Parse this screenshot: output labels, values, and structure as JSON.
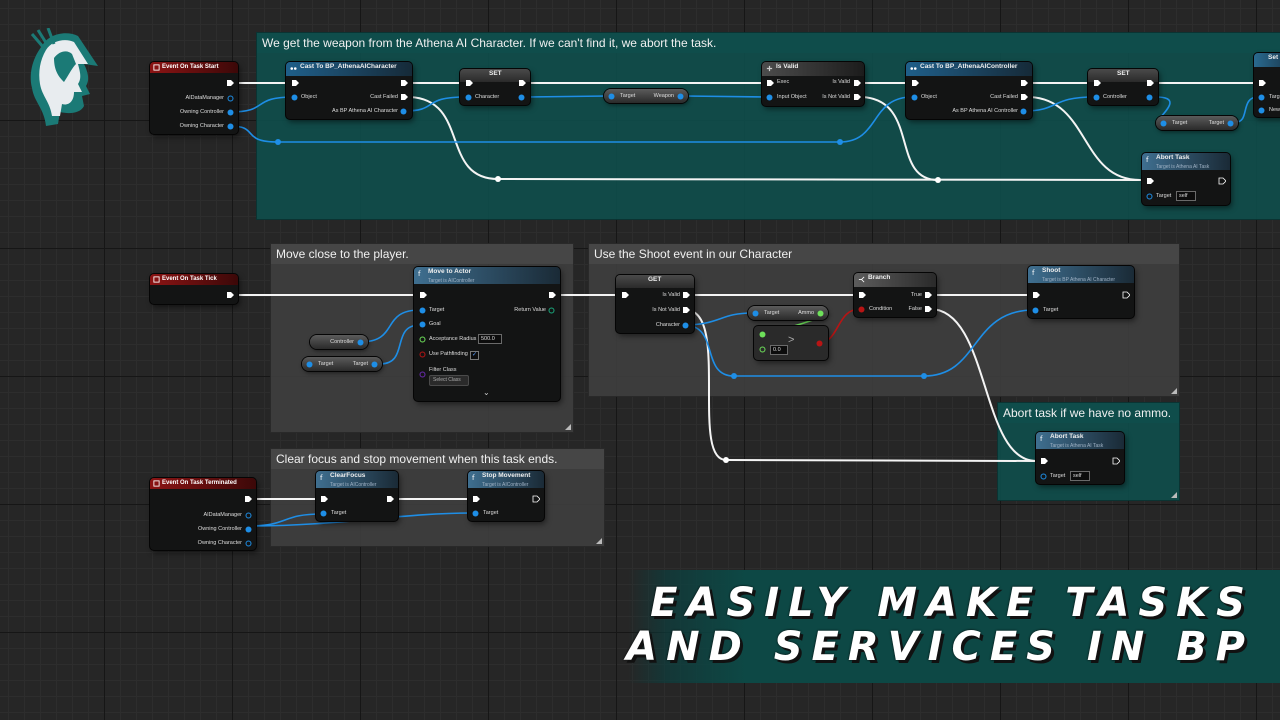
{
  "comments": {
    "weapon": "We get the weapon from the Athena AI Character. If we can't find it, we abort the task.",
    "move": "Move close to the player.",
    "shoot": "Use the Shoot event in our Character",
    "abort_ammo": "Abort task if we have no ammo.",
    "clear": "Clear focus and stop movement when this task ends."
  },
  "events": {
    "task_start": "Event On Task Start",
    "task_tick": "Event On Task Tick",
    "task_terminated": "Event On Task Terminated",
    "outputs": [
      "AIDataManager",
      "Owning Controller",
      "Owning Character"
    ]
  },
  "nodes": {
    "cast_character": {
      "title": "Cast To BP_AthenaAICharacter",
      "object": "Object",
      "cast_failed": "Cast Failed",
      "as": "As BP Athena AI Character"
    },
    "set1": {
      "title": "SET",
      "pin": "Character"
    },
    "get_weapon": {
      "target": "Target",
      "weapon": "Weapon"
    },
    "is_valid": {
      "title": "Is Valid",
      "exec": "Exec",
      "input": "Input Object",
      "valid": "Is Valid",
      "not_valid": "Is Not Valid"
    },
    "cast_controller": {
      "title": "Cast To BP_AthenaAIController",
      "object": "Object",
      "cast_failed": "Cast Failed",
      "as": "As BP Athena AI Controller"
    },
    "set2": {
      "title": "SET",
      "pin": "Controller"
    },
    "get_target": {
      "target": "Target",
      "out": "Target"
    },
    "abort1": {
      "title": "Abort Task",
      "sub": "Target is Athena AI Task",
      "target": "Target",
      "value": "self"
    },
    "move_to": {
      "title": "Move to Actor",
      "sub": "Target is AIController",
      "target": "Target",
      "goal": "Goal",
      "radius": "Acceptance Radius",
      "radius_value": "500.0",
      "pathfind": "Use Pathfinding",
      "filter": "Filter Class",
      "select": "Select Class",
      "return": "Return Value"
    },
    "controller_var": "Controller",
    "target_var": {
      "target": "Target",
      "out": "Target"
    },
    "get_node": {
      "title": "GET",
      "valid": "Is Valid",
      "not_valid": "Is Not Valid",
      "character": "Character"
    },
    "ammo": {
      "target": "Target",
      "ammo": "Ammo"
    },
    "compare": {
      "value": "0.0"
    },
    "branch": {
      "title": "Branch",
      "condition": "Condition",
      "true": "True",
      "false": "False"
    },
    "shoot": {
      "title": "Shoot",
      "sub": "Target is BP Athena AI Character",
      "target": "Target"
    },
    "abort2": {
      "title": "Abort Task",
      "sub": "Target is Athena AI Task",
      "target": "Target",
      "value": "self"
    },
    "clear_focus": {
      "title": "ClearFocus",
      "sub": "Target is AIController",
      "target": "Target"
    },
    "stop_movement": {
      "title": "Stop Movement",
      "sub": "Target is AIController",
      "target": "Target"
    },
    "set3": {
      "title": "Set",
      "t1": "Targ",
      "t2": "New"
    }
  },
  "banner": {
    "line1": "EASILY MAKE TASKS",
    "line2": "AND SERVICES IN BP"
  },
  "colors": {
    "exec": "#ffffff",
    "object": "#1e8ee6",
    "boolean": "#b81414",
    "float": "#6ee05a",
    "comment_teal": "#0f4d4b",
    "comment_gray": "#3e3e3e",
    "event_red": "#8c1414"
  }
}
